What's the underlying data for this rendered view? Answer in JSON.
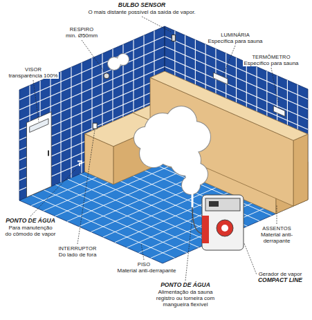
{
  "diagram": {
    "labels": [
      "BULBO SENSOR",
      "O mais distante possível da saída de vapor.",
      "RESPIRO",
      "mín. Ø50mm",
      "LUMINÁRIA",
      "Específica para sauna",
      "TERMÔMETRO",
      "Específico para sauna",
      "VISOR",
      "transparência 100%",
      "PONTO DE ÁGUA",
      "Para manutenção do cômodo de vapor",
      "INTERRUPTOR",
      "Do lado de fora",
      "PISO",
      "Material anti-derrapante",
      "ASSENTOS",
      "Material anti-derrapante",
      "PONTO DE ÁGUA",
      "Alimentação da sauna registro ou torneira com mangueira flexível",
      "Gerador de vapor",
      "COMPACT LINE"
    ]
  }
}
